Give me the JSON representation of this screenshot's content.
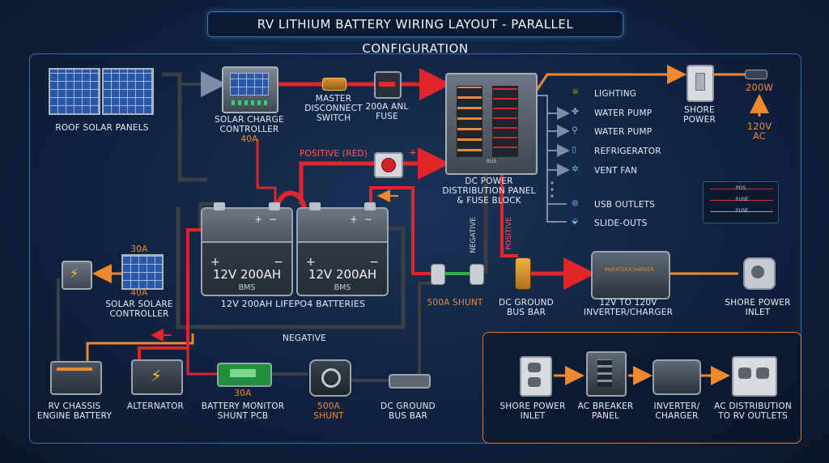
{
  "title": "RV LITHIUM BATTERY WIRING LAYOUT - PARALLEL CONFIGURATION",
  "labels": {
    "roof_solar": "ROOF SOLAR PANELS",
    "charge_ctrl_top_1": "SOLAR CHARGE",
    "charge_ctrl_top_2": "CONTROLLER",
    "charge_ctrl_top_rating": "40A",
    "master_1": "MASTER",
    "master_2": "DISCONNECT",
    "master_3": "SWITCH",
    "anl_1": "200A ANL",
    "anl_2": "FUSE",
    "positive_red": "POSITIVE (Red)",
    "plus_sign": "+",
    "dist_1": "DC POWER",
    "dist_2": "DISTRIBUTION PANEL",
    "dist_3": "& FUSE BLOCK",
    "battery_bank": "12V 200AH LiFePO4 BATTERIES",
    "negative": "NEGATIVE",
    "negative_vert": "NEGATIVE",
    "positive_vert": "POSITIVE",
    "shunt_500_mid": "500A SHUNT",
    "dc_ground_mid_1": "DC GROUND",
    "dc_ground_mid_2": "BUS BAR",
    "inverter_mid_1": "12V TO 120V",
    "inverter_mid_2": "INVERTER/CHARGER",
    "shore_inlet_1": "SHORE POWER",
    "shore_inlet_2": "INLET",
    "shore_power_1": "SHORE",
    "shore_power_2": "POWER",
    "watt_200": "200W",
    "ac_120_1": "120V",
    "ac_120_2": "AC",
    "left_30a": "30A",
    "left_40a": "40A",
    "solare_1": "SOLAR SOLARE",
    "solare_2": "CONTROLLER",
    "chassis_1": "RV CHASSIS",
    "chassis_2": "ENGINE BATTERY",
    "alternator": "ALTERNATOR",
    "monitor_30a": "30A",
    "monitor_1": "BATTERY MONITOR",
    "monitor_2": "SHUNT PCB",
    "shunt_bottom_1": "500A",
    "shunt_bottom_2": "SHUNT",
    "dc_ground_bot_1": "DC GROUND",
    "dc_ground_bot_2": "BUS BAR",
    "inverter_tag": "INVERTER/CHARGER"
  },
  "loads": [
    "LIGHTING",
    "WATER PUMP",
    "WATER PUMP",
    "REFRIGERATOR",
    "VENT FAN",
    "USB OUTLETS",
    "SLIDE-OUTS"
  ],
  "batteries": [
    {
      "label": "12V 200AH",
      "bms": "BMS",
      "plus": "+",
      "minus": "−",
      "top_plus": "+",
      "top_minus": "−"
    },
    {
      "label": "12V 200AH",
      "bms": "BMS",
      "plus": "+",
      "minus": "−",
      "top_plus": "+",
      "top_minus": "−"
    }
  ],
  "legend": {
    "pos": "POS",
    "fuse1": "FUSE",
    "fuse2": "FUSE"
  },
  "ac_flow": [
    {
      "l1": "SHORE POWER",
      "l2": "INLET"
    },
    {
      "l1": "AC BREAKER",
      "l2": "PANEL"
    },
    {
      "l1": "INVERTER/",
      "l2": "CHARGER"
    },
    {
      "l1": "AC DISTRIBUTION",
      "l2": "TO RV OUTLETS"
    }
  ],
  "panel_tag": "BUS",
  "colors": {
    "positive": "#e0262b",
    "negative": "#3a3f47",
    "accent": "#f0892e",
    "frame": "#2f6fb5",
    "ground": "#2fb04a"
  }
}
